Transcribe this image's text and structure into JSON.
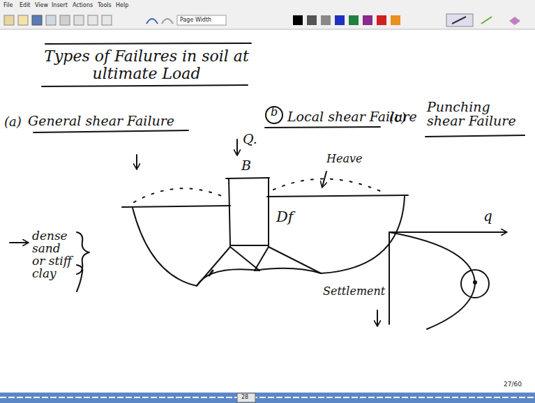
{
  "diagram": {
    "title": "Types of Failures in soil at ultimate Load",
    "labels": [
      "File",
      "Edit",
      "View",
      "Insert",
      "Actions",
      "Tools",
      "Help",
      "Page Width",
      "(a)",
      "General shear Failure",
      "b",
      "Local shear Failure",
      "(c)",
      "Punching shear Failure",
      "Q.",
      "B",
      "Heave",
      "Df",
      "q",
      "Settlement",
      "dense sand or stiff clay",
      "27/60",
      "28"
    ]
  }
}
